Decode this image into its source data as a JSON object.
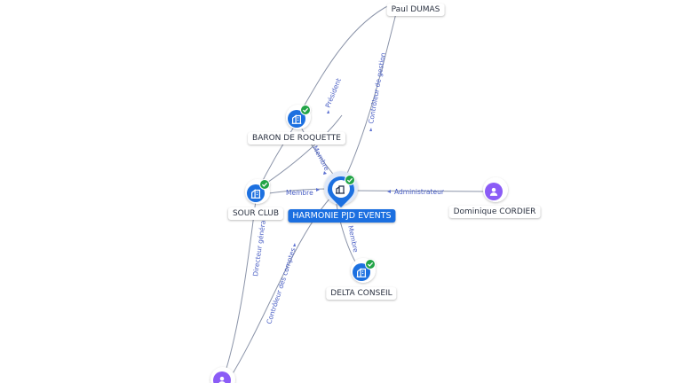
{
  "colors": {
    "company": "#1b6fe0",
    "person": "#8b5cf6",
    "check": "#22a447",
    "edge": "#8a93a8",
    "edge_label": "#4a5fc4"
  },
  "nodes": {
    "paul_dumas": {
      "label": "Paul DUMAS",
      "kind": "person",
      "icon": "person-icon"
    },
    "baron": {
      "label": "BARON DE ROQUETTE",
      "kind": "company",
      "icon": "building-icon"
    },
    "sour_club": {
      "label": "SOUR CLUB",
      "kind": "company",
      "icon": "building-icon"
    },
    "harmonie": {
      "label": "HARMONIE PJD EVENTS",
      "kind": "company-main",
      "icon": "building-icon"
    },
    "dominique": {
      "label": "Dominique CORDIER",
      "kind": "person",
      "icon": "person-icon"
    },
    "delta": {
      "label": "DELTA CONSEIL",
      "kind": "company",
      "icon": "building-icon"
    },
    "bottom_person": {
      "label": "",
      "kind": "person",
      "icon": "person-icon"
    }
  },
  "edges": {
    "president": "Président",
    "controleur_gestion": "Contrôleur de gestion",
    "membre_baron": "Membre",
    "membre_sour": "Membre",
    "administrateur": "Administrateur",
    "membre_delta": "Membre",
    "directeur_general": "Directeur général",
    "controleur_comptes": "Contrôleur des comptes"
  }
}
